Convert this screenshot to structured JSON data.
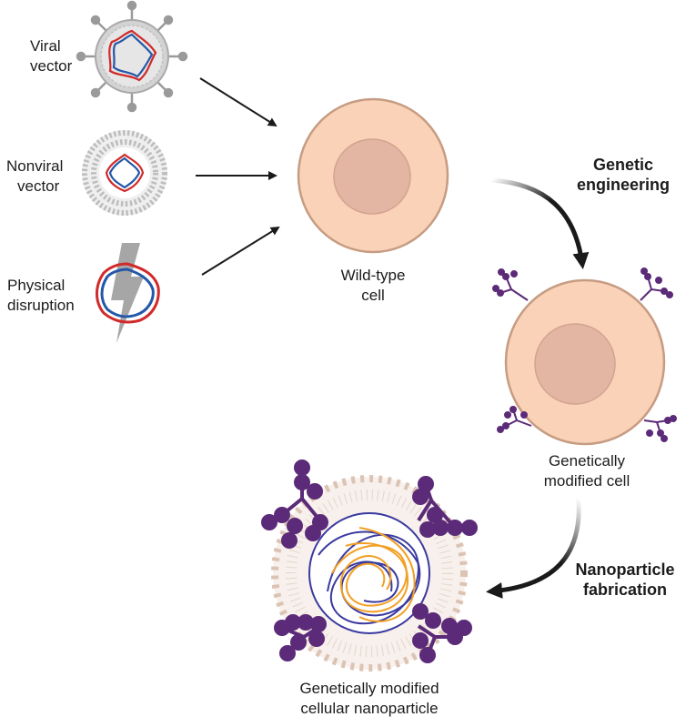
{
  "labels": {
    "viral_vector": [
      "Viral",
      "vector"
    ],
    "nonviral_vector": [
      "Nonviral",
      "vector"
    ],
    "physical_disruption": [
      "Physical",
      "disruption"
    ],
    "wild_type_cell": [
      "Wild-type",
      "cell"
    ],
    "genetic_engineering": [
      "Genetic",
      "engineering"
    ],
    "genetically_modified_cell": [
      "Genetically",
      "modified cell"
    ],
    "nanoparticle_fabrication": [
      "Nanoparticle",
      "fabrication"
    ],
    "genetically_modified_nanoparticle": [
      "Genetically modified",
      "cellular nanoparticle"
    ]
  },
  "colors": {
    "cell_fill": "#f9d2b8",
    "cell_stroke": "#c69c82",
    "nucleus_fill": "#e3b6a3",
    "dna_red": "#d12a2a",
    "dna_blue": "#2358a8",
    "ligand_purple": "#5b2a78",
    "membrane_gray": "#b7b7b7",
    "nanoparticle_membrane": "#dcc4b5",
    "core_blue": "#3a3aa0",
    "core_orange": "#f2a024",
    "arrow": "#1a1a1a"
  },
  "icons": [
    "viral-vector-icon",
    "nonviral-vector-icon",
    "physical-disruption-icon",
    "wild-type-cell-icon",
    "modified-cell-icon",
    "cellular-nanoparticle-icon"
  ]
}
